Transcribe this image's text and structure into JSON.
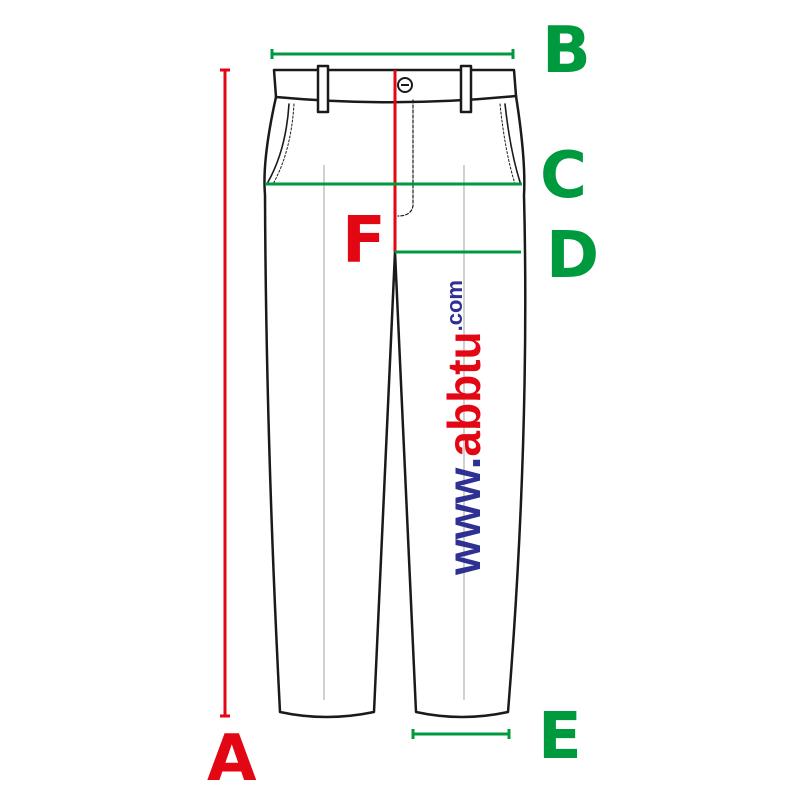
{
  "colors": {
    "outline": "#1a1a1a",
    "measure_red": "#e30613",
    "measure_green": "#009a3e",
    "watermark_blue": "#2e3192",
    "watermark_red": "#e30613",
    "crease": "#bdbdbd"
  },
  "labels": {
    "A": "A",
    "B": "B",
    "C": "C",
    "D": "D",
    "E": "E",
    "F": "F"
  },
  "watermark": {
    "prefix": "www.",
    "brand": "abbtu",
    "suffix": ".com"
  }
}
